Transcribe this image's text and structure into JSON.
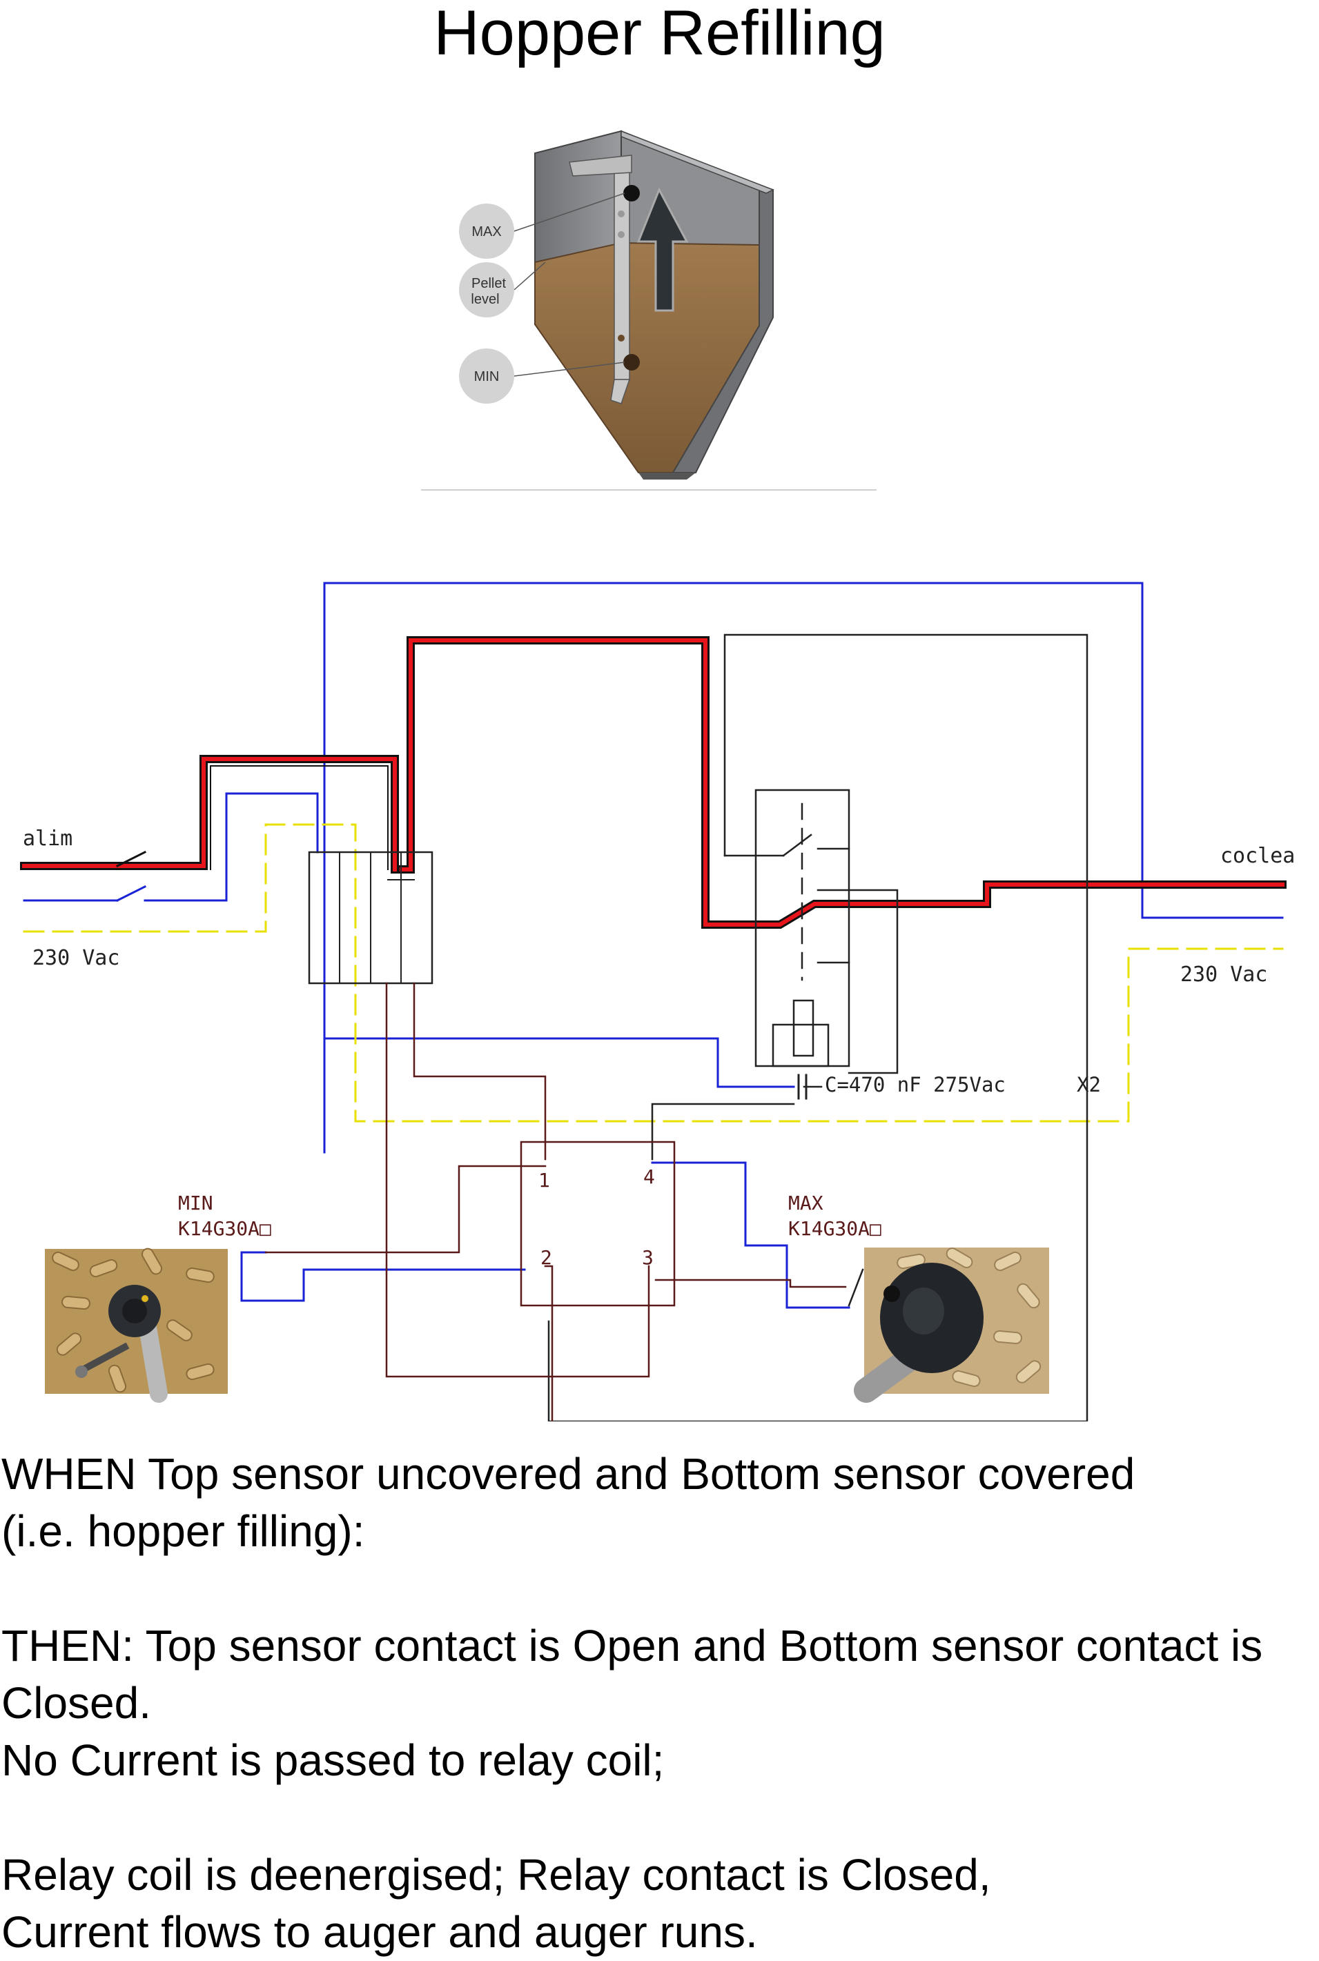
{
  "title": "Hopper Refilling",
  "hopper": {
    "max_label": "MAX",
    "pellet_label_1": "Pellet",
    "pellet_label_2": "level",
    "min_label": "MIN"
  },
  "schematic": {
    "supply_label": "alim",
    "supply_voltage": "230 Vac",
    "load_label": "coclea",
    "load_voltage": "230 Vac",
    "capacitor_label": "C=470 nF 275Vac",
    "capacitor_ref": "X2",
    "terminal_1": "1",
    "terminal_2": "2",
    "terminal_3": "3",
    "terminal_4": "4",
    "min_sensor_name": "MIN",
    "min_sensor_model": "K14G30A□",
    "max_sensor_name": "MAX",
    "max_sensor_model": "K14G30A□"
  },
  "colors": {
    "phase": "#e8141b",
    "neutral": "#1a22d6",
    "earth": "#e8e000",
    "wire": "#222222",
    "sensor_wire": "#5a1a1a"
  },
  "text": {
    "line1": "WHEN Top sensor uncovered and Bottom sensor covered",
    "line2": "(i.e. hopper filling):",
    "line3": "THEN: Top sensor contact is Open and Bottom sensor contact is",
    "line4": "Closed.",
    "line5": "No Current is passed to relay coil;",
    "line6": "Relay coil is deenergised; Relay contact is Closed,",
    "line7": "Current flows to auger and auger runs."
  }
}
